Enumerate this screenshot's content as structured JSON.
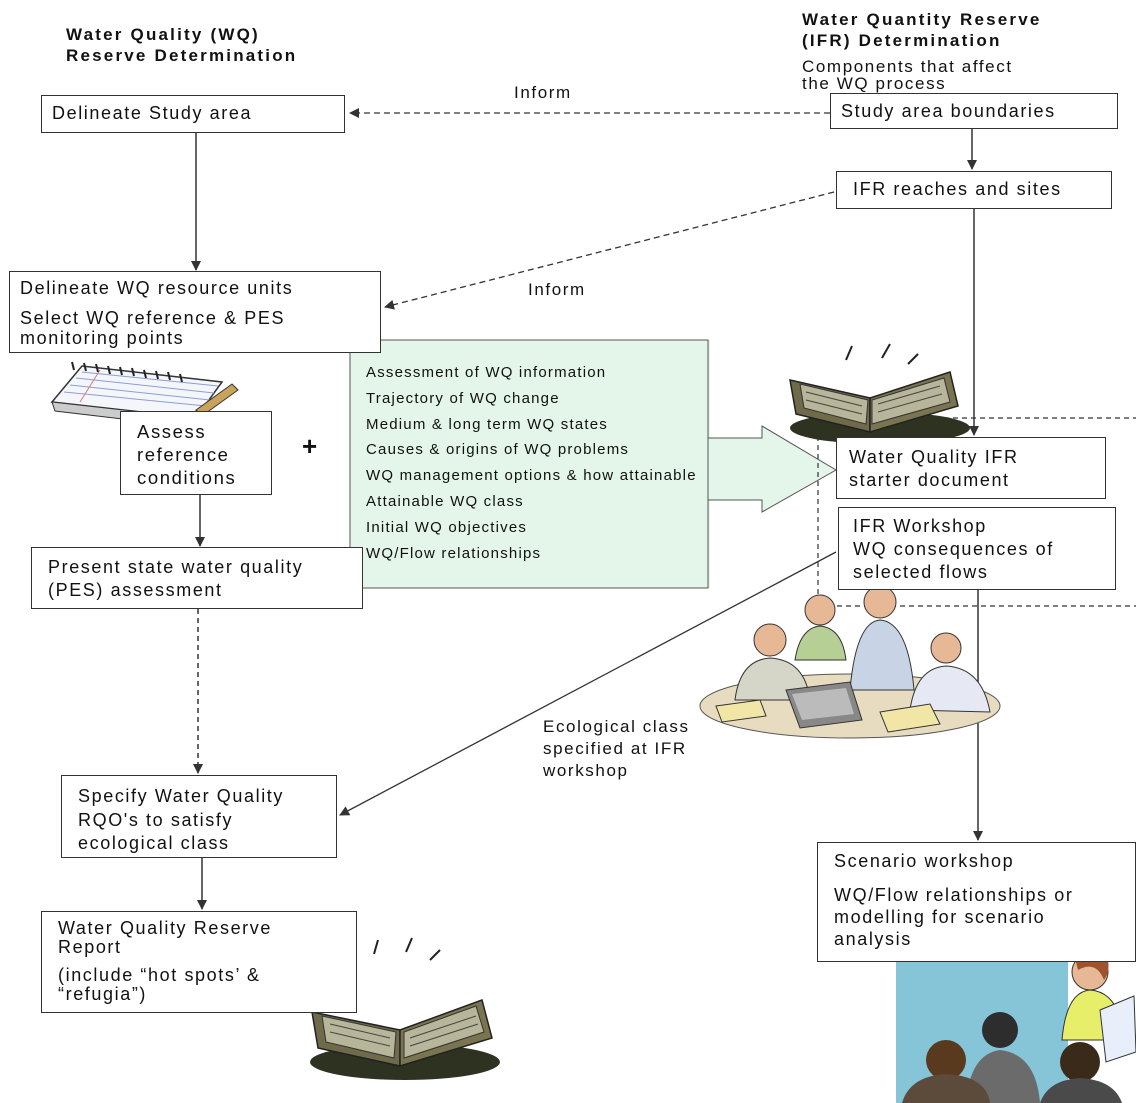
{
  "headers": {
    "wq_title_1": "Water Quality (WQ)",
    "wq_title_2": "Reserve Determination",
    "ifr_title_1": "Water Quantity Reserve",
    "ifr_title_2": "(IFR) Determination",
    "ifr_sub_1": "Components that affect",
    "ifr_sub_2": "the WQ process"
  },
  "labels": {
    "inform_top": "Inform",
    "inform_mid": "Inform",
    "plus": "+",
    "eco_1": "Ecological class",
    "eco_2": "specified at IFR",
    "eco_3": "workshop"
  },
  "left": {
    "delineate_study": "Delineate Study area",
    "resource_1": "Delineate WQ resource units",
    "resource_2": "Select WQ reference & PES",
    "resource_3": "monitoring points",
    "assess_1": "Assess",
    "assess_2": "reference",
    "assess_3": "conditions",
    "pes_1": "Present state water quality",
    "pes_2": "(PES) assessment",
    "rqo_1": "Specify Water Quality",
    "rqo_2": "RQO's to satisfy",
    "rqo_3": "ecological class",
    "report_1": "Water Quality Reserve",
    "report_2": "Report",
    "report_3": "(include “hot spots’ &",
    "report_4": "“refugia”)"
  },
  "right": {
    "boundaries": "Study area boundaries",
    "reaches": "IFR reaches and sites",
    "starter_1": "Water Quality IFR",
    "starter_2": "starter document",
    "workshop_1": "IFR Workshop",
    "workshop_2": "WQ consequences of",
    "workshop_3": "selected flows",
    "scenario_1": "Scenario workshop",
    "scenario_2": "WQ/Flow relationships or",
    "scenario_3": "modelling for scenario",
    "scenario_4": "analysis"
  },
  "green_items": [
    "Assessment of WQ information",
    "Trajectory of WQ change",
    "Medium & long term WQ states",
    "Causes & origins of WQ problems",
    "WQ management options  & how attainable",
    "Attainable WQ class",
    "Initial WQ objectives",
    "WQ/Flow relationships"
  ],
  "colors": {
    "green_fill": "#e4f6ea",
    "line": "#333333"
  },
  "icons": [
    "notepad-pencil-icon",
    "open-book-icon",
    "open-book-icon",
    "meeting-people-icon",
    "presentation-people-icon"
  ]
}
